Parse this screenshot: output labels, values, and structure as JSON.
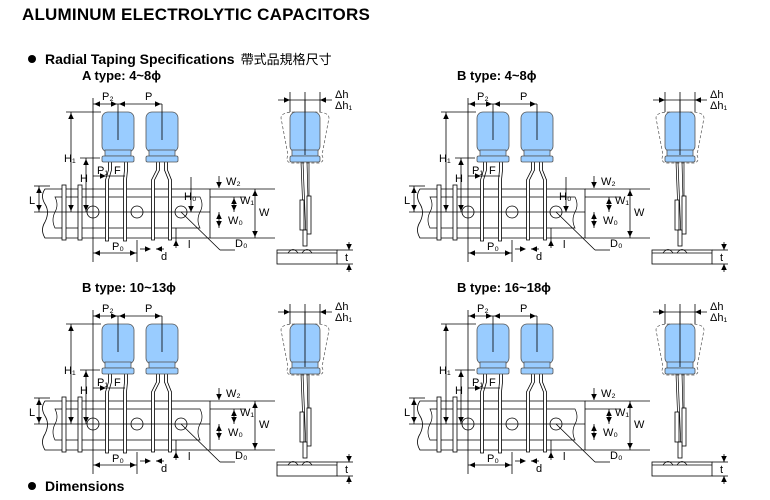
{
  "title": "ALUMINUM ELECTROLYTIC CAPACITORS",
  "section_taping": {
    "label": "Radial Taping Specifications",
    "label_cn": "帶式品規格尺寸"
  },
  "section_dimensions": {
    "label": "Dimensions"
  },
  "capacitor_color": "#99ccff",
  "panels": [
    {
      "title": "A type: 4~8ϕ"
    },
    {
      "title": "B type: 4~8ϕ"
    },
    {
      "title": "B type: 10~13ϕ"
    },
    {
      "title": "B type: 16~18ϕ"
    }
  ],
  "dim_labels": {
    "P2": "P₂",
    "P": "P",
    "H1": "H₁",
    "H": "H",
    "P1": "P₁",
    "F": "F",
    "W2": "W₂",
    "W1": "W₁",
    "W": "W",
    "W0": "W₀",
    "H0": "H₀",
    "L": "L",
    "P0": "P₀",
    "d": "d",
    "l": "l",
    "D0": "D₀",
    "dh": "Δh",
    "dh1": "Δh₁",
    "t": "t"
  }
}
